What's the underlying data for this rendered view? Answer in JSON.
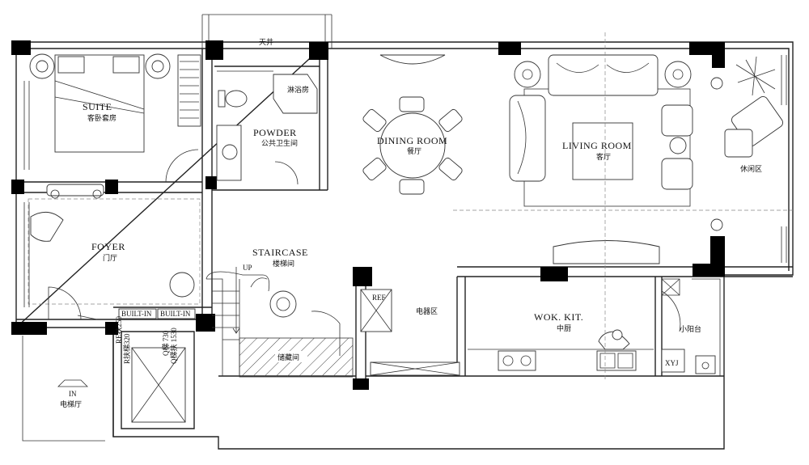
{
  "plan": {
    "rooms": [
      {
        "id": "suite",
        "en": "SUITE",
        "zh": "客卧套房"
      },
      {
        "id": "powder",
        "en": "POWDER",
        "zh": "公共卫生间"
      },
      {
        "id": "dining",
        "en": "DINING ROOM",
        "zh": "餐厅"
      },
      {
        "id": "living",
        "en": "LIVING ROOM",
        "zh": "客厅"
      },
      {
        "id": "foyer",
        "en": "FOYER",
        "zh": "门厅"
      },
      {
        "id": "staircase",
        "en": "STAIRCASE",
        "zh": "楼梯间"
      },
      {
        "id": "wok",
        "en": "WOK. KIT.",
        "zh": "中厨"
      }
    ],
    "labels": {
      "courtyard": "天井",
      "shower": "淋浴房",
      "leisure": "休闲区",
      "storage": "储藏间",
      "appliance": "电器区",
      "balcony": "小阳台",
      "elevator_hall": "电梯厅",
      "ref": "REF",
      "builtin_1": "BUILT-IN",
      "builtin_2": "BUILT-IN",
      "xyj": "XYJ",
      "up": "UP",
      "in": "IN",
      "elev_1": "RE扶250",
      "elev_2": "R扶梯320",
      "elev_3": "Q梯 730",
      "elev_4": "Q梯扶 1530"
    }
  }
}
